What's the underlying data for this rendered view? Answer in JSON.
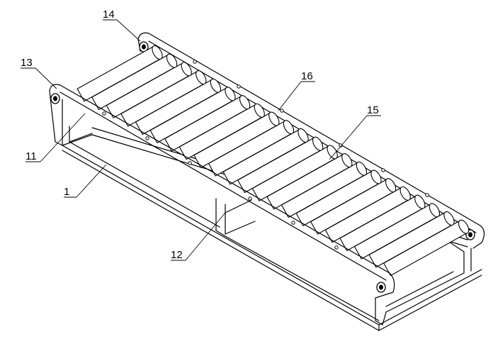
{
  "labels": [
    {
      "id": "l14",
      "text": "14"
    },
    {
      "id": "l13",
      "text": "13"
    },
    {
      "id": "l16",
      "text": "16"
    },
    {
      "id": "l15",
      "text": "15"
    },
    {
      "id": "l11",
      "text": "11"
    },
    {
      "id": "l1",
      "text": "1"
    },
    {
      "id": "l12",
      "text": "12"
    }
  ],
  "colors": {
    "line": "#000000",
    "background": "#ffffff"
  }
}
